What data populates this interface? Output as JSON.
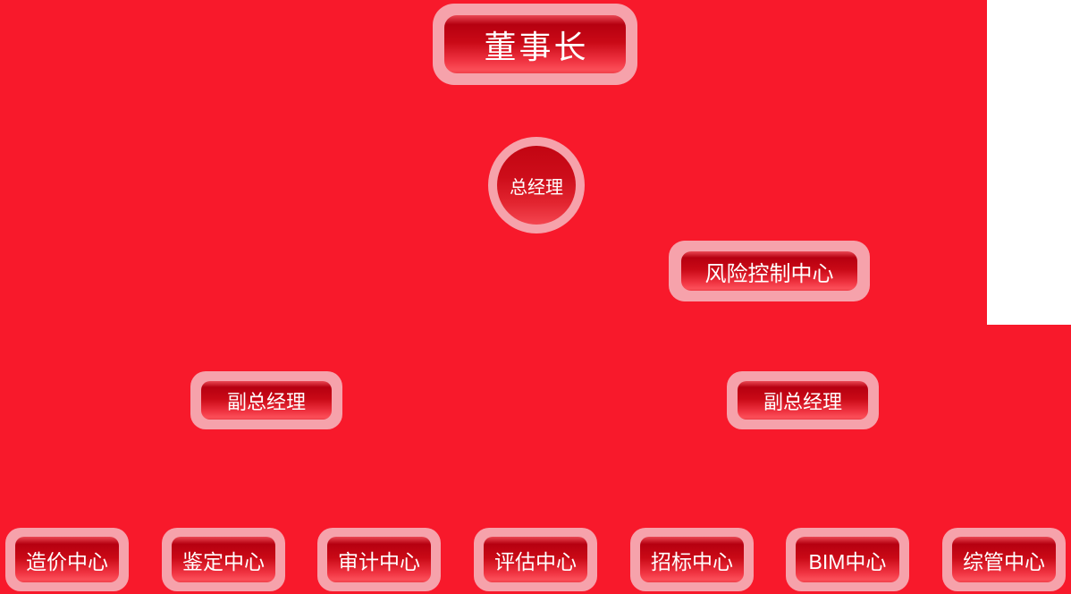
{
  "page": {
    "background_color": "#f8192b",
    "corner_patch_color": "#ffffff"
  },
  "colors": {
    "node_frame_pink": "#f6a2ab",
    "button_dark_red": "#b60010",
    "button_bright_red": "#fb4e58",
    "label_text": "#ffffff"
  },
  "org_chart": {
    "chairman": {
      "label": "董事长"
    },
    "general_manager": {
      "label": "总经理"
    },
    "risk_control_center": {
      "label": "风险控制中心"
    },
    "deputy_general_managers": [
      {
        "label": "副总经理"
      },
      {
        "label": "副总经理"
      }
    ],
    "departments": [
      {
        "label": "造价中心"
      },
      {
        "label": "鉴定中心"
      },
      {
        "label": "审计中心"
      },
      {
        "label": "评估中心"
      },
      {
        "label": "招标中心"
      },
      {
        "label": "BIM中心"
      },
      {
        "label": "综管中心"
      }
    ]
  }
}
